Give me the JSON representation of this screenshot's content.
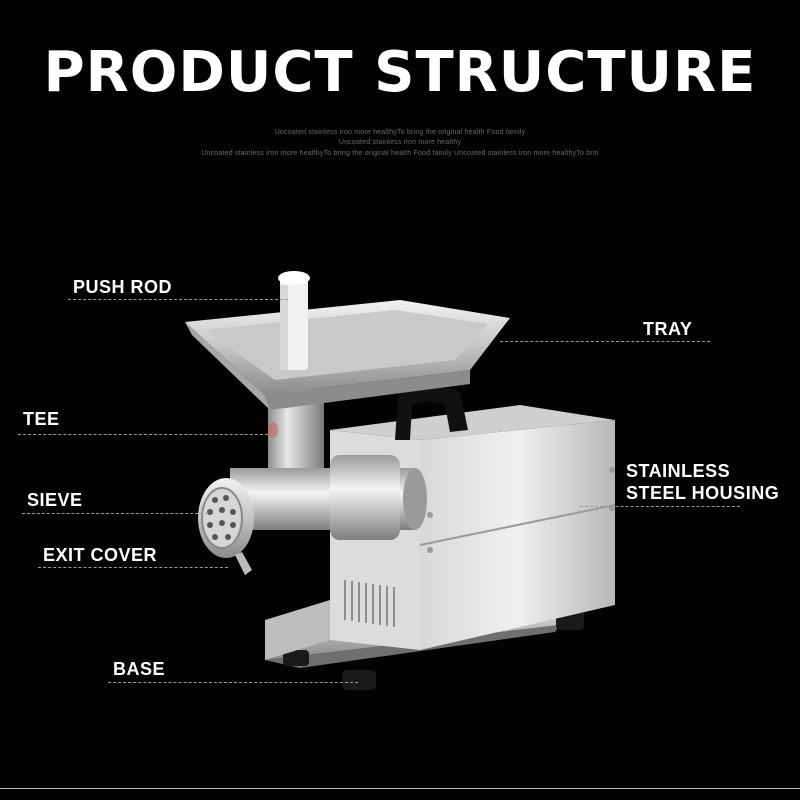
{
  "header": {
    "title": "PRODUCT STRUCTURE",
    "subtitle_lines": [
      "Uncoated stainless iron more healthyTo bring the original health Food family",
      "Uncoated stainless iron more healthy",
      "Uncoated stainless iron more healthyTo bring the original health Food family Uncoated stainless iron more healthyTo brin"
    ]
  },
  "labels": {
    "push_rod": "PUSH ROD",
    "tray": "TRAY",
    "tee": "TEE",
    "stainless_housing": "STAINLESS\nSTEEL HOUSING",
    "sieve": "SIEVE",
    "exit_cover": "EXIT COVER",
    "base": "BASE"
  },
  "image": {
    "subject": "stainless steel electric meat grinder",
    "background_color": "#030303"
  }
}
